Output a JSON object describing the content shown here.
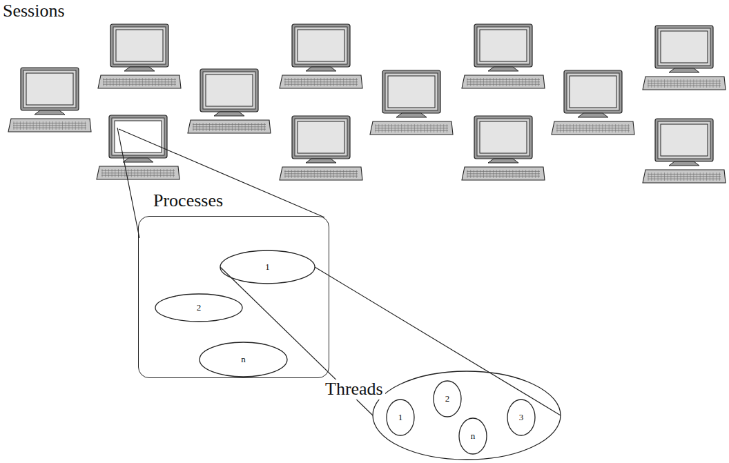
{
  "diagram": {
    "title": "Sessions",
    "nodes": [
      {
        "text": [
          "Processes"
        ]
      },
      {
        "text": [
          "1"
        ],
        "in": 0
      },
      {
        "text": [
          "2"
        ],
        "in": 0
      },
      {
        "text": [
          "n"
        ],
        "in": 0
      },
      {
        "text": [
          "Threads"
        ]
      },
      {
        "text": [
          "1"
        ],
        "in": 4
      },
      {
        "text": [
          "2"
        ],
        "in": 4
      },
      {
        "text": [
          "n"
        ],
        "in": 4
      },
      {
        "text": [
          "3"
        ],
        "in": 4
      }
    ],
    "edges": [
      {
        "from": 1,
        "to": 4,
        "arrow": "none"
      },
      {
        "from": 1,
        "to": 4,
        "arrow": "none"
      }
    ]
  }
}
